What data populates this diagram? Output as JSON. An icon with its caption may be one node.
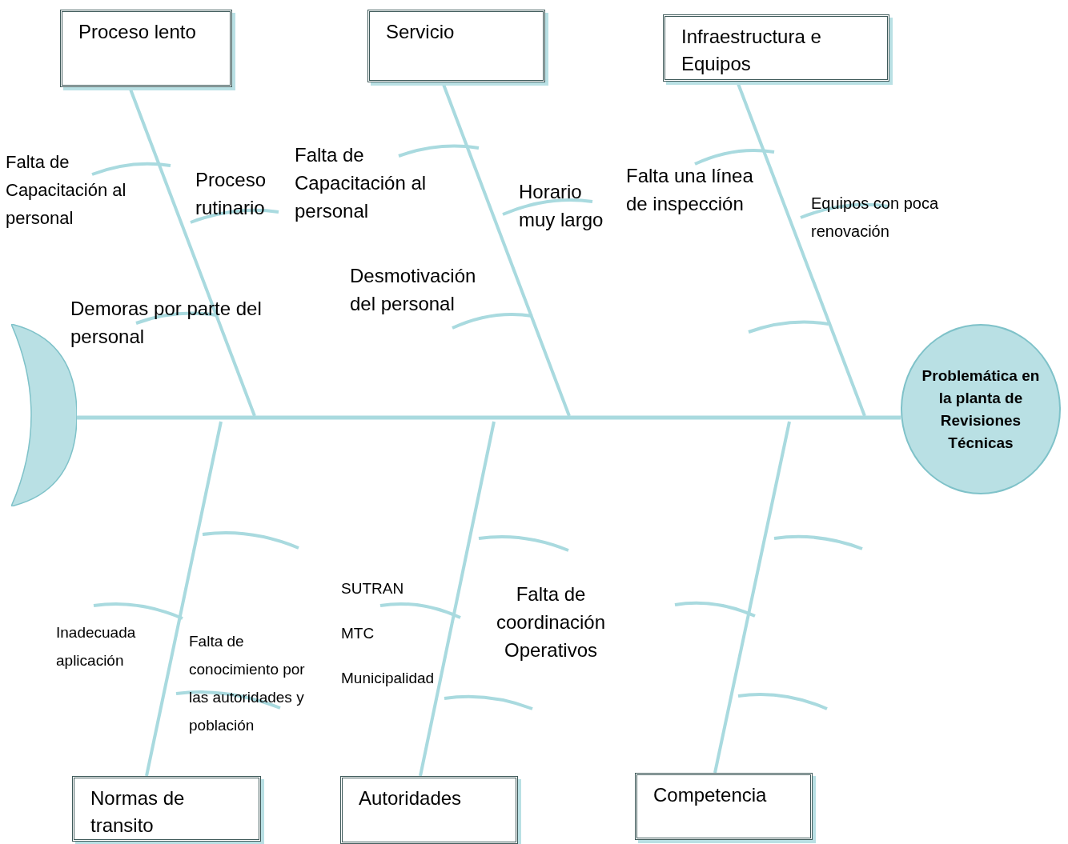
{
  "diagram": {
    "nodes": [
      {
        "text": [
          "Proceso lento"
        ]
      },
      {
        "text": [
          "Servicio"
        ]
      },
      {
        "text": [
          "Infraestructura e Equipos"
        ]
      },
      {
        "text": [
          "Normas de transito"
        ]
      },
      {
        "text": [
          "Autoridades"
        ]
      },
      {
        "text": [
          "Competencia"
        ]
      },
      {
        "text": [
          "Problemática en la planta de Revisiones Técnicas"
        ]
      },
      {
        "text": [],
        "shape": "crescent"
      }
    ],
    "edges": [
      {
        "from": 0,
        "to": null,
        "arrow": "none"
      },
      {
        "from": 1,
        "to": null,
        "arrow": "none"
      },
      {
        "from": 2,
        "to": null,
        "arrow": "none"
      },
      {
        "from": 3,
        "to": null,
        "arrow": "none"
      },
      {
        "from": 4,
        "to": null,
        "arrow": "none"
      },
      {
        "from": 5,
        "to": null,
        "arrow": "none"
      },
      {
        "from": 7,
        "to": 6,
        "arrow": "none"
      }
    ],
    "labels": [
      "Falta de Capacitación al personal",
      "Proceso rutinario",
      "Falta de Capacitación al personal",
      "Horario muy largo",
      "Falta una línea de inspección",
      "Equipos con poca renovación",
      "Desmotivación del personal",
      "Demoras por parte del personal",
      "SUTRAN",
      "Falta de coordinación Operativos",
      "MTC",
      "Inadecuada aplicación",
      "Falta de conocimiento por las autoridades y población",
      "Municipalidad"
    ]
  }
}
